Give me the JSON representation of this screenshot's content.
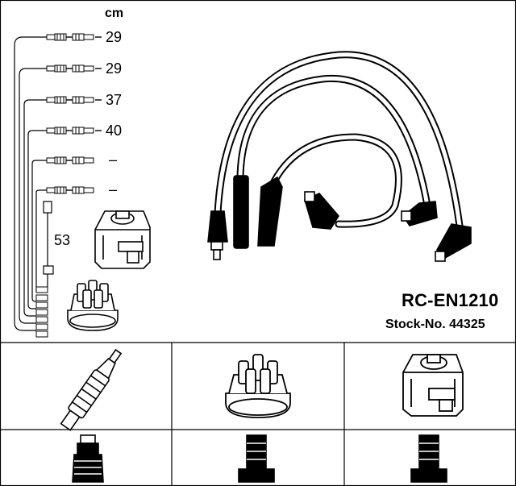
{
  "diagram": {
    "unit": "cm",
    "wire_lengths": [
      "29",
      "29",
      "37",
      "40",
      "–",
      "–"
    ],
    "side_length": "53",
    "part_number": "RC-EN1210",
    "stock_number": "Stock-No. 44325"
  },
  "icons": {
    "grid_top": [
      "spark-plug-icon",
      "distributor-cap-icon",
      "ignition-coil-icon"
    ],
    "grid_bottom": [
      "plug-boot-icon",
      "cap-terminal-icon",
      "coil-terminal-icon"
    ]
  },
  "colors": {
    "line": "#000000",
    "background": "#ffffff"
  }
}
